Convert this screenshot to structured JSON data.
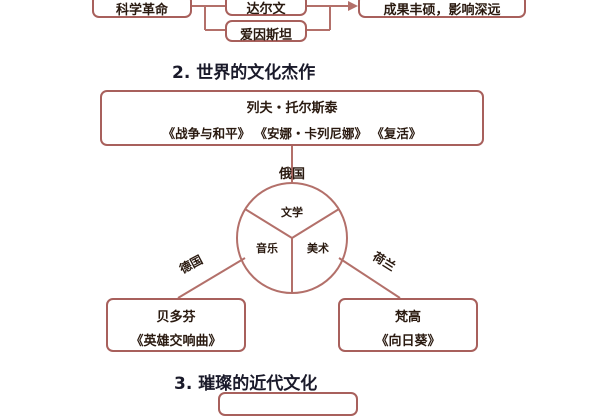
{
  "top_section": {
    "left_box": "科学革命",
    "center_box_1": "达尔文",
    "center_box_2": "爱因斯坦",
    "right_box": "成果丰硕，影响深远"
  },
  "section2": {
    "heading": "2. 世界的文化杰作",
    "tolstoy_box": {
      "author": "列夫・托尔斯泰",
      "works": "《战争与和平》 《安娜・卡列尼娜》 《复活》"
    },
    "country_top": "俄国",
    "circle": {
      "segment_literature": "文学",
      "segment_music": "音乐",
      "segment_art": "美术"
    },
    "country_left": "德国",
    "country_right": "荷兰",
    "beethoven_box": {
      "author": "贝多芬",
      "work": "《英雄交响曲》"
    },
    "vangogh_box": {
      "author": "梵高",
      "work": "《向日葵》"
    }
  },
  "section3": {
    "heading": "3. 璀璨的近代文化"
  },
  "colors": {
    "box_border": "#a8605c",
    "connector": "#b3706a",
    "text": "#2a1a10",
    "heading": "#1a1a2a"
  }
}
